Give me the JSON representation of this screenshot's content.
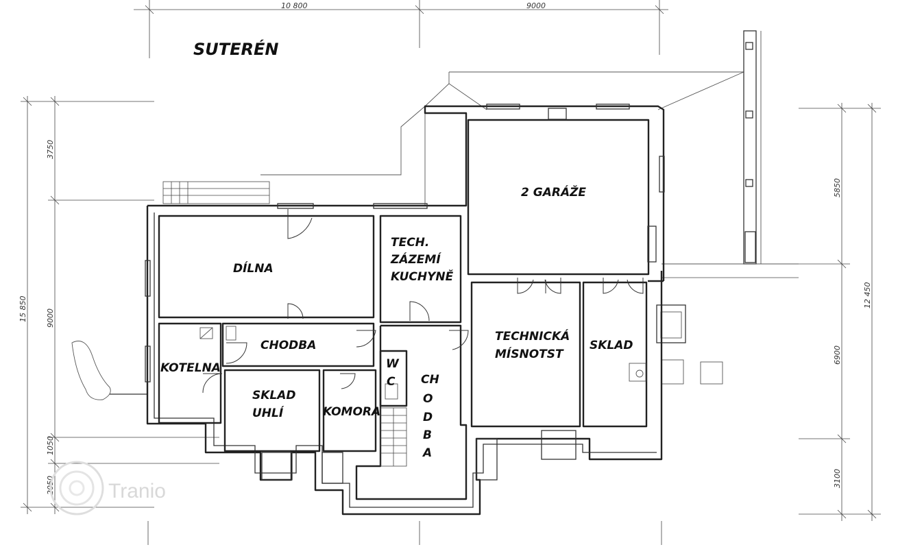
{
  "title": "SUTERÉN",
  "rooms": {
    "dilna": "DÍLNA",
    "tech_line1": "TECH.",
    "tech_line2": "ZÁZEMÍ",
    "tech_line3": "KUCHYNĚ",
    "garaze": "2 GARÁŽE",
    "chodba_h": "CHODBA",
    "kotelna": "KOTELNA",
    "sklad_uhli_line1": "SKLAD",
    "sklad_uhli_line2": "UHLÍ",
    "komora": "KOMORA",
    "wc_w": "W",
    "wc_c": "C",
    "chodba_v": [
      "CH",
      "O",
      "D",
      "B",
      "A"
    ],
    "technicka_line1": "TECHNICKÁ",
    "technicka_line2": "MÍSNOTST",
    "sklad": "SKLAD"
  },
  "dimensions": {
    "top_left": "10 800",
    "top_right": "9000",
    "left_outer": "15 850",
    "left_a": "3750",
    "left_b": "9000",
    "left_c": "1050",
    "left_d": "2050",
    "right_outer": "12 450",
    "right_a": "5850",
    "right_b": "6900",
    "right_c": "3100"
  },
  "watermark": "Tranio"
}
